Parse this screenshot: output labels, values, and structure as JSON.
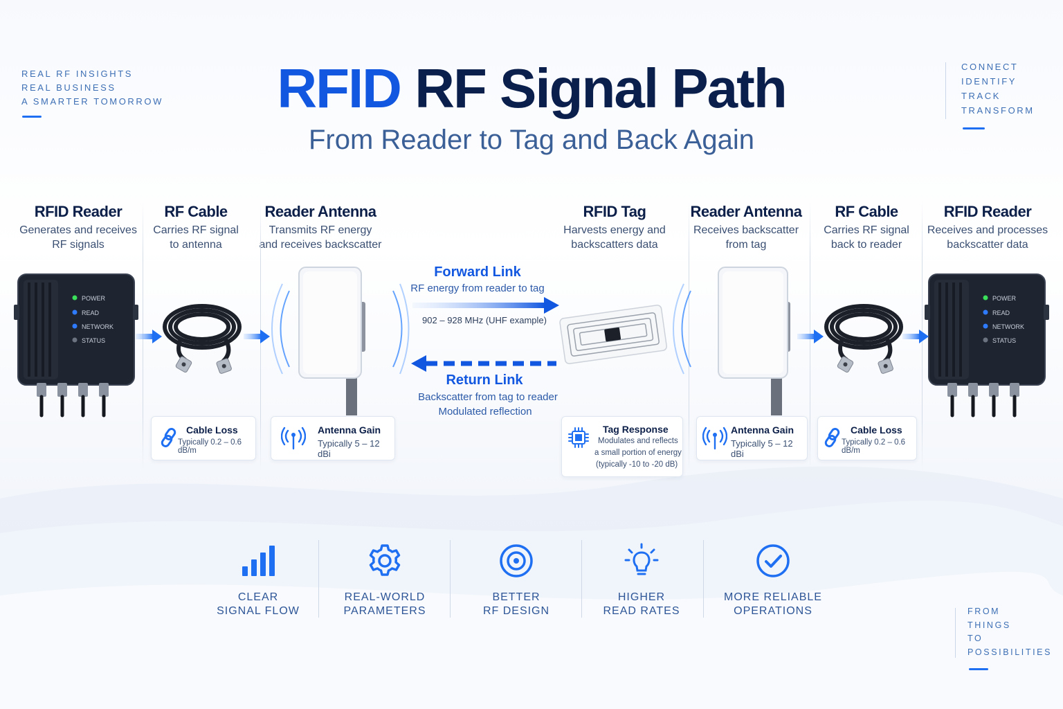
{
  "taglines_left": [
    "REAL RF INSIGHTS",
    "REAL BUSINESS",
    "A SMARTER TOMORROW"
  ],
  "taglines_right": [
    "CONNECT",
    "IDENTIFY",
    "TRACK",
    "TRANSFORM"
  ],
  "taglines_bottom_right": [
    "FROM",
    "THINGS",
    "TO",
    "POSSIBILITIES"
  ],
  "title": {
    "part1": "RFID",
    "part2": "RF Signal Path"
  },
  "subtitle": "From Reader to Tag and Back Again",
  "colors": {
    "accent": "#1257e0",
    "navy": "#0b1f4d",
    "led_green": "#3be05a",
    "led_blue": "#2f7bff"
  },
  "columns": [
    {
      "heading": "RFID Reader",
      "desc": [
        "Generates and receives",
        "RF signals"
      ]
    },
    {
      "heading": "RF Cable",
      "desc": [
        "Carries RF signal",
        "to antenna"
      ]
    },
    {
      "heading": "Reader Antenna",
      "desc": [
        "Transmits RF energy",
        "and receives backscatter"
      ]
    },
    {
      "heading": "RFID Tag",
      "desc": [
        "Harvests energy and",
        "backscatters data"
      ]
    },
    {
      "heading": "Reader Antenna",
      "desc": [
        "Receives backscatter",
        "from tag"
      ]
    },
    {
      "heading": "RF Cable",
      "desc": [
        "Carries RF signal",
        "back to reader"
      ]
    },
    {
      "heading": "RFID Reader",
      "desc": [
        "Receives and processes",
        "backscatter data"
      ]
    }
  ],
  "reader_leds": [
    "POWER",
    "READ",
    "NETWORK",
    "STATUS"
  ],
  "forward_link": {
    "title": "Forward Link",
    "desc": "RF energy from reader to tag",
    "freq": "902 – 928 MHz (UHF example)"
  },
  "return_link": {
    "title": "Return Link",
    "desc": [
      "Backscatter from tag to reader",
      "Modulated reflection"
    ]
  },
  "cards": {
    "cable_loss_left": {
      "title": "Cable Loss",
      "desc": "Typically 0.2 – 0.6 dB/m",
      "icon": "link-icon"
    },
    "antenna_gain_left": {
      "title": "Antenna Gain",
      "desc": "Typically 5 – 12 dBi",
      "icon": "antenna-icon"
    },
    "tag_response": {
      "title": "Tag Response",
      "desc": [
        "Modulates and reflects",
        "a small portion of energy",
        "(typically -10 to -20 dB)"
      ],
      "icon": "chip-icon"
    },
    "antenna_gain_right": {
      "title": "Antenna Gain",
      "desc": "Typically 5 – 12 dBi",
      "icon": "antenna-icon"
    },
    "cable_loss_right": {
      "title": "Cable Loss",
      "desc": "Typically 0.2 – 0.6 dB/m",
      "icon": "link-icon"
    }
  },
  "features": [
    {
      "line1": "CLEAR",
      "line2": "SIGNAL FLOW",
      "icon": "bar-chart-icon"
    },
    {
      "line1": "REAL-WORLD",
      "line2": "PARAMETERS",
      "icon": "gear-icon"
    },
    {
      "line1": "BETTER",
      "line2": "RF DESIGN",
      "icon": "target-icon"
    },
    {
      "line1": "HIGHER",
      "line2": "READ RATES",
      "icon": "lightbulb-icon"
    },
    {
      "line1": "MORE RELIABLE",
      "line2": "OPERATIONS",
      "icon": "check-circle-icon"
    }
  ]
}
